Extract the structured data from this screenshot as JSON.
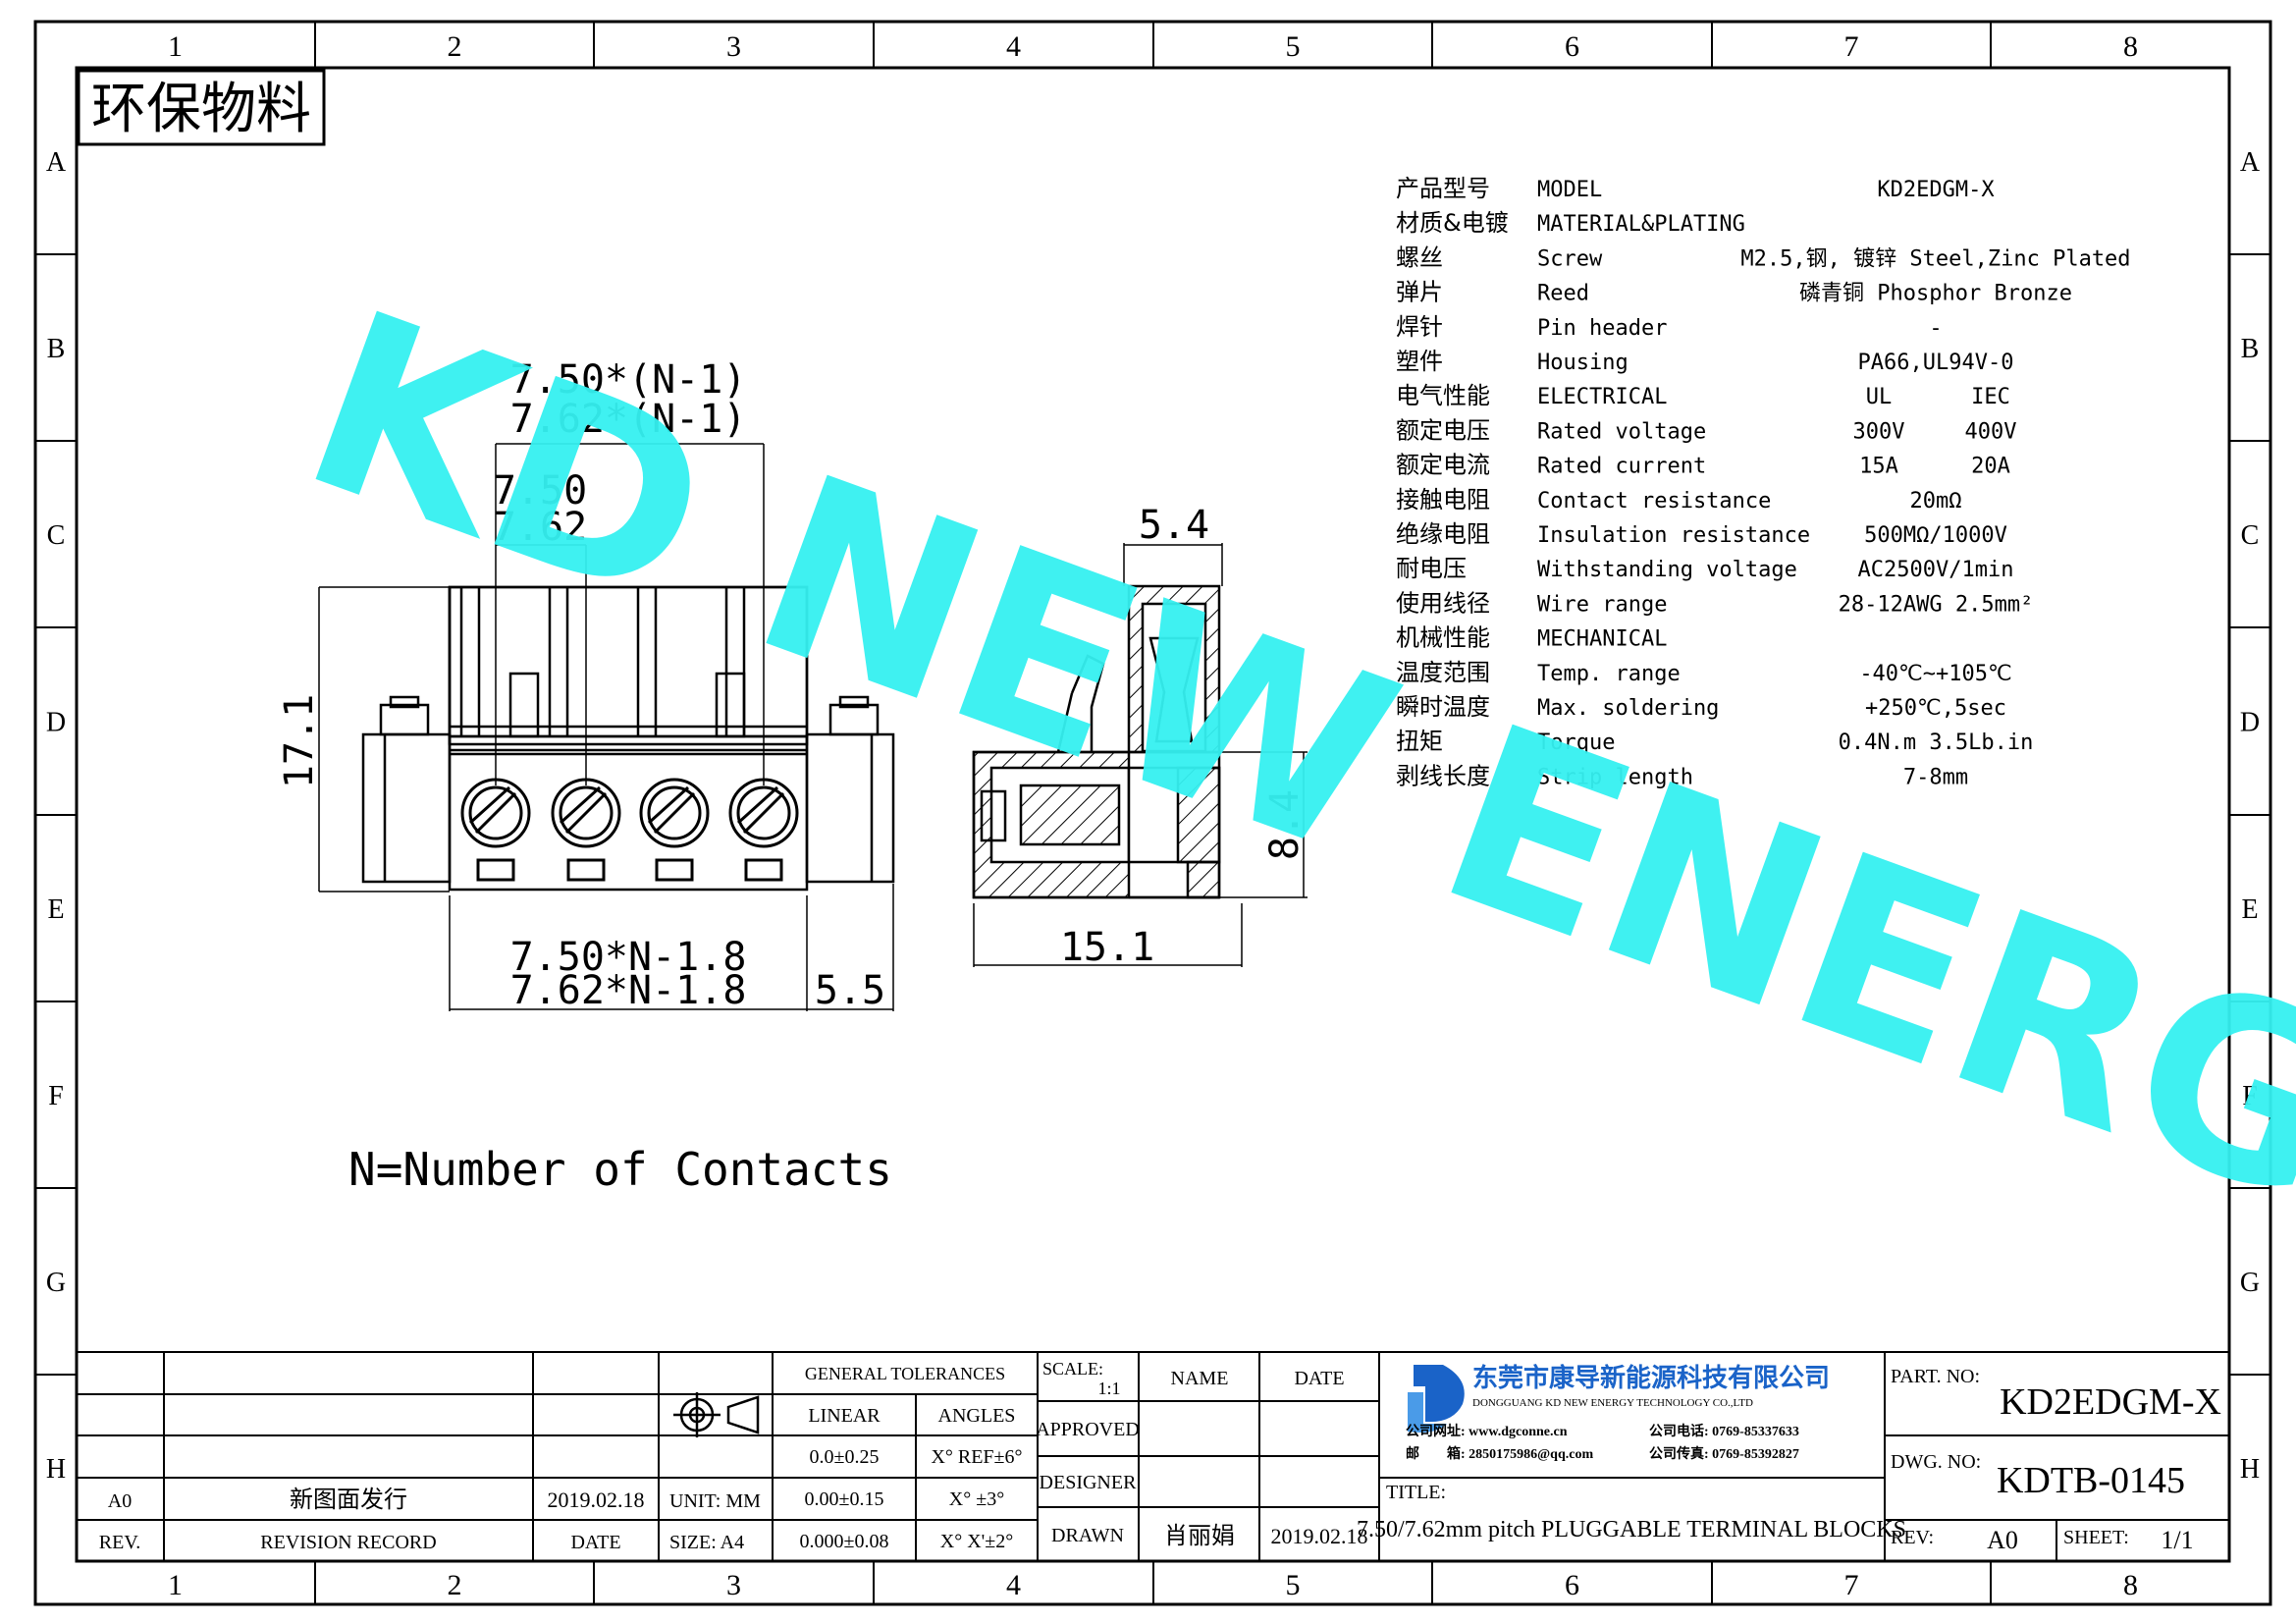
{
  "frame": {
    "col_labels": [
      "1",
      "2",
      "3",
      "4",
      "5",
      "6",
      "7",
      "8"
    ],
    "row_labels": [
      "A",
      "B",
      "C",
      "D",
      "E",
      "F",
      "G",
      "H"
    ]
  },
  "eco_label": "环保物料",
  "watermark": "KD NEW ENERGY",
  "front_view": {
    "dim_pitch_total_a": "7.50*(N-1)",
    "dim_pitch_total_b": "7.62*(N-1)",
    "dim_pitch_a": "7.50",
    "dim_pitch_b": "7.62",
    "dim_height": "17.1",
    "dim_width_a": "7.50*N-1.8",
    "dim_width_b": "7.62*N-1.8",
    "dim_flange": "5.5"
  },
  "side_view": {
    "dim_top": "5.4",
    "dim_height": "8.4",
    "dim_length": "15.1"
  },
  "note": "N=Number of Contacts",
  "specs": {
    "rows": [
      {
        "cn": "产品型号",
        "en": "MODEL",
        "val": "KD2EDGM-X"
      },
      {
        "cn": "材质&电镀",
        "en": "MATERIAL&PLATING",
        "val": ""
      },
      {
        "cn": "螺丝",
        "en": "Screw",
        "val": "M2.5,钢, 镀锌 Steel,Zinc Plated"
      },
      {
        "cn": "弹片",
        "en": "Reed",
        "val": "磷青铜 Phosphor Bronze"
      },
      {
        "cn": "焊针",
        "en": "Pin header",
        "val": "-"
      },
      {
        "cn": "塑件",
        "en": "Housing",
        "val": "PA66,UL94V-0"
      },
      {
        "cn": "电气性能",
        "en": "ELECTRICAL",
        "val_ul": "UL",
        "val_iec": "IEC"
      },
      {
        "cn": "额定电压",
        "en": "Rated voltage",
        "val_ul": "300V",
        "val_iec": "400V"
      },
      {
        "cn": "额定电流",
        "en": "Rated current",
        "val_ul": "15A",
        "val_iec": "20A"
      },
      {
        "cn": "接触电阻",
        "en": "Contact resistance",
        "val": "20mΩ"
      },
      {
        "cn": "绝缘电阻",
        "en": "Insulation resistance",
        "val": "500MΩ/1000V"
      },
      {
        "cn": "耐电压",
        "en": "Withstanding voltage",
        "val": "AC2500V/1min"
      },
      {
        "cn": "使用线径",
        "en": "Wire range",
        "val": "28-12AWG 2.5mm²"
      },
      {
        "cn": "机械性能",
        "en": "MECHANICAL",
        "val": ""
      },
      {
        "cn": "温度范围",
        "en": "Temp. range",
        "val": "-40℃~+105℃"
      },
      {
        "cn": "瞬时温度",
        "en": "Max. soldering",
        "val": "+250℃,5sec"
      },
      {
        "cn": "扭矩",
        "en": "Torque",
        "val": "0.4N.m 3.5Lb.in"
      },
      {
        "cn": "剥线长度",
        "en": "Strip length",
        "val": "7-8mm"
      }
    ]
  },
  "title_block": {
    "rev_row_rev": "A0",
    "rev_row_record": "新图面发行",
    "rev_row_date": "2019.02.18",
    "hdr_rev": "REV.",
    "hdr_record": "REVISION RECORD",
    "hdr_date": "DATE",
    "unit": "UNIT: MM",
    "size": "SIZE: A4",
    "gen_tol": "GENERAL TOLERANCES",
    "linear": "LINEAR",
    "angles": "ANGLES",
    "tol1": "0.0±0.25",
    "tol2": "0.00±0.15",
    "tol3": "0.000±0.08",
    "ang1": "X° REF±6°",
    "ang2": "X° ±3°",
    "ang3": "X° X'±2°",
    "scale_label": "SCALE:",
    "scale_value": "1:1",
    "name_hdr": "NAME",
    "date_hdr": "DATE",
    "approved": "APPROVED",
    "designer": "DESIGNER",
    "drawn": "DRAWN",
    "drawn_name": "肖丽娟",
    "drawn_date": "2019.02.18",
    "company_cn": "东莞市康导新能源科技有限公司",
    "company_en": "DONGGUANG KD NEW ENERGY TECHNOLOGY CO.,LTD",
    "web": "公司网址: www.dgconne.cn",
    "tel": "公司电话: 0769-85337633",
    "mail": "邮　　箱: 2850175986@qq.com",
    "fax": "公司传真: 0769-85392827",
    "title_label": "TITLE:",
    "title_value": "7.50/7.62mm pitch PLUGGABLE TERMINAL BLOCKS",
    "part_label": "PART. NO:",
    "part_value": "KD2EDGM-X",
    "dwg_label": "DWG. NO:",
    "dwg_value": "KDTB-0145",
    "rev_label": "REV:",
    "rev_value": "A0",
    "sheet_label": "SHEET:",
    "sheet_value": "1/1"
  },
  "colors": {
    "watermark": "#35f0f0",
    "logo_blue": "#1a63c8",
    "line": "#000000"
  }
}
